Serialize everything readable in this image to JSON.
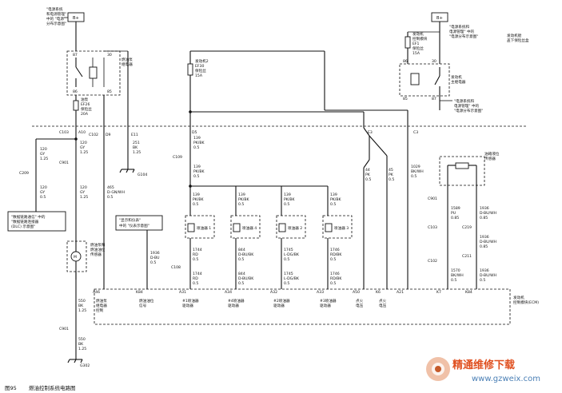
{
  "caption": {
    "figure_no": "图95",
    "title": "燃油控制系统电路图"
  },
  "watermark": {
    "brand": "精通维修下载",
    "url": "www.gzweix.com"
  },
  "power": {
    "left_label": "B+",
    "right_label": "B+"
  },
  "notes": {
    "top_left": [
      "\"电源系统",
      "和电源管理\"",
      "中的 \"电源",
      "分布示意图\""
    ],
    "top_right": [
      "\"电源系统和",
      "电源管理\" 中的",
      "\"电源分布示意图\""
    ],
    "right_mid": [
      "\"电源系统和",
      "电源管理\" 中的",
      "\"电源分布示意图\""
    ],
    "left_dlc": [
      "\"数据链路通信\" 中的",
      "\"数据链路连接器",
      "(DLC) 示意图\""
    ],
    "display": [
      "\"显示和仪表\"",
      "中的 \"仪表示意图\""
    ],
    "fuse_box": [
      "发动机舱",
      "盖下保险丝盒"
    ],
    "ecm": [
      "发动机",
      "控制模块(ECM)"
    ],
    "fuel_sensor": [
      "油箱液位",
      "传感器"
    ]
  },
  "components": {
    "fuel_pump_relay": [
      "燃油泵",
      "继电器"
    ],
    "fuse_ef26": [
      "油泵",
      "EF26",
      "保险丝",
      "20A"
    ],
    "fuse_ef30": [
      "发动机2",
      "EF30",
      "保险丝",
      "15A"
    ],
    "fuse_ef1": [
      "发动机",
      "控制模块",
      "EF1",
      "保险丝",
      "15A"
    ],
    "main_relay": [
      "发动机",
      "主继电器"
    ],
    "fuel_pump": [
      "燃油泵和",
      "燃油油位",
      "传感器"
    ],
    "injectors": [
      "喷油器 1",
      "喷油器 4",
      "喷油器 2",
      "喷油器 3"
    ]
  },
  "terminals": {
    "pump_relay": [
      "87",
      "30",
      "86",
      "85"
    ],
    "main_relay": [
      "30",
      "86",
      "87",
      "85"
    ]
  },
  "connectors": [
    "C103",
    "A10",
    "C102",
    "D9",
    "E11",
    "D5",
    "E3",
    "C3",
    "C209",
    "C901",
    "C109",
    "C108",
    "C219",
    "C103",
    "C102",
    "C211",
    "C901"
  ],
  "ground": [
    "G104",
    "G302"
  ],
  "wires": {
    "relay_feed": [
      "120",
      "GY",
      "1.25"
    ],
    "left_a": [
      "120",
      "GY",
      "1.25"
    ],
    "left_b": [
      "120",
      "GY",
      "0.5"
    ],
    "ef26_out": [
      "120",
      "GY",
      "1.25"
    ],
    "e11": [
      "251",
      "BK",
      "1.25"
    ],
    "pump_ctrl": [
      "465",
      "D-GN/WH",
      "0.5"
    ],
    "ic": [
      "1936",
      "D-BU",
      "0.5"
    ],
    "d5": [
      "139",
      "PK/BK",
      "0.5"
    ],
    "bus": [
      "139",
      "PK/BK",
      "0.5"
    ],
    "inj_feed": [
      [
        "139",
        "PK/BK",
        "0.5"
      ],
      [
        "139",
        "PK/BK",
        "0.5"
      ],
      [
        "139",
        "PK/BK",
        "0.5"
      ],
      [
        "139",
        "PK/BK",
        "0.5"
      ]
    ],
    "inj_out": [
      [
        "1744",
        "RD",
        "0.5"
      ],
      [
        "844",
        "D-BU/BK",
        "0.5"
      ],
      [
        "1745",
        "L-DG/BK",
        "0.5"
      ],
      [
        "1746",
        "RD/BK",
        "0.5"
      ]
    ],
    "inj_ecm": [
      [
        "1744",
        "RD",
        "0.5"
      ],
      [
        "844",
        "D-BU/BK",
        "0.5"
      ],
      [
        "1745",
        "L-DG/BK",
        "0.5"
      ],
      [
        "1746",
        "RD/BK",
        "0.5"
      ]
    ],
    "ign1": [
      "44",
      "PK",
      "0.5"
    ],
    "ign2": [
      "45",
      "PK",
      "0.5"
    ],
    "c3": [
      "1029",
      "BK/WH",
      "0.5"
    ],
    "pump_gnd": [
      "550",
      "BK",
      "1.25"
    ],
    "pump_gnd2": [
      "550",
      "BK",
      "1.25"
    ],
    "fs1": [
      "1589",
      "PU",
      "0.85"
    ],
    "fs2": [
      "1936",
      "D-BU/WH",
      "0.85"
    ],
    "fs3": [
      "1936",
      "D-BU/WH",
      "0.85"
    ],
    "fs4": [
      "1570",
      "BK/WH",
      "0.5"
    ],
    "fs5": [
      "1936",
      "D-BU/WH",
      "0.5"
    ]
  },
  "ecm_pins": [
    {
      "pin": "A46",
      "label": [
        "燃油泵",
        "继电器",
        "控制"
      ]
    },
    {
      "pin": "K84",
      "label": [
        "燃油油位",
        "信号"
      ]
    },
    {
      "pin": "A31",
      "label": [
        "#1喷油器",
        "驱动器"
      ]
    },
    {
      "pin": "A34",
      "label": [
        "#4喷油器",
        "驱动器"
      ]
    },
    {
      "pin": "A32",
      "label": [
        "#2喷油器",
        "驱动器"
      ]
    },
    {
      "pin": "A33",
      "label": [
        "#3喷油器",
        "驱动器"
      ]
    },
    {
      "pin": "A50",
      "label": [
        "点火",
        "电压"
      ]
    },
    {
      "pin": "K6",
      "label": [
        "点火",
        "电压"
      ]
    },
    {
      "pin": "A21",
      "label": []
    },
    {
      "pin": "K7",
      "label": []
    },
    {
      "pin": "K84",
      "label": []
    }
  ]
}
